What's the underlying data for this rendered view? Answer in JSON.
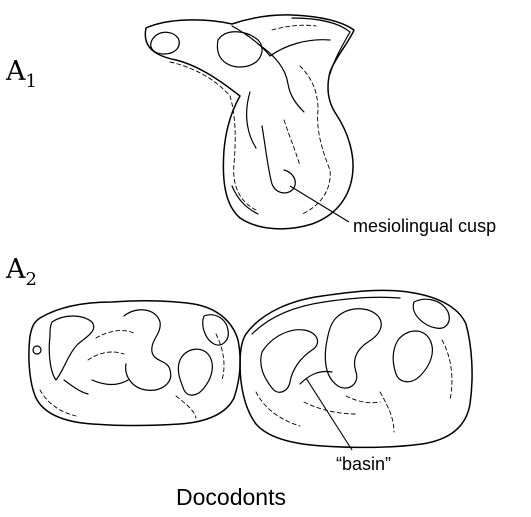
{
  "panels": {
    "a1": {
      "letter": "A",
      "subscript": "1"
    },
    "a2": {
      "letter": "A",
      "subscript": "2"
    }
  },
  "annotations": {
    "mesiolingual_cusp": "mesiolingual cusp",
    "basin": "“basin”"
  },
  "caption": "Docodonts"
}
